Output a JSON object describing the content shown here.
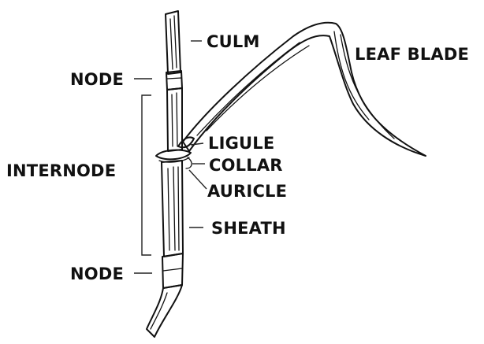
{
  "diagram": {
    "labels": {
      "culm": "CULM",
      "leaf_blade": "LEAF BLADE",
      "node_top": "NODE",
      "ligule": "LIGULE",
      "collar": "COLLAR",
      "internode": "INTERNODE",
      "auricle": "AURICLE",
      "sheath": "SHEATH",
      "node_bottom": "NODE"
    }
  }
}
